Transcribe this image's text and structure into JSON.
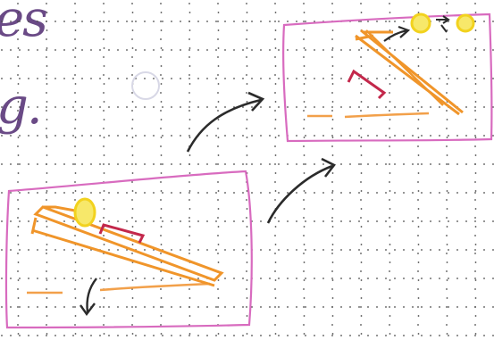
{
  "page": {
    "handwriting_lines": [
      "es",
      "g."
    ]
  },
  "palette": {
    "paper": "#ffffff",
    "grid_dots": "#4a4a4a",
    "frame_pink": "#d86bbf",
    "ramp_orange": "#f0952a",
    "ground_orange": "#f2a04a",
    "ball_yellow": "#f2d21e",
    "block_red": "#c3284b",
    "arrow_black": "#2b2b2b",
    "ink_purple": "#6a4a86"
  },
  "icons": {
    "frame_left": "sketch-frame",
    "frame_right": "sketch-frame",
    "arrows": "curved-arrow-icon",
    "ball": "ball-icon",
    "block": "block-icon"
  }
}
